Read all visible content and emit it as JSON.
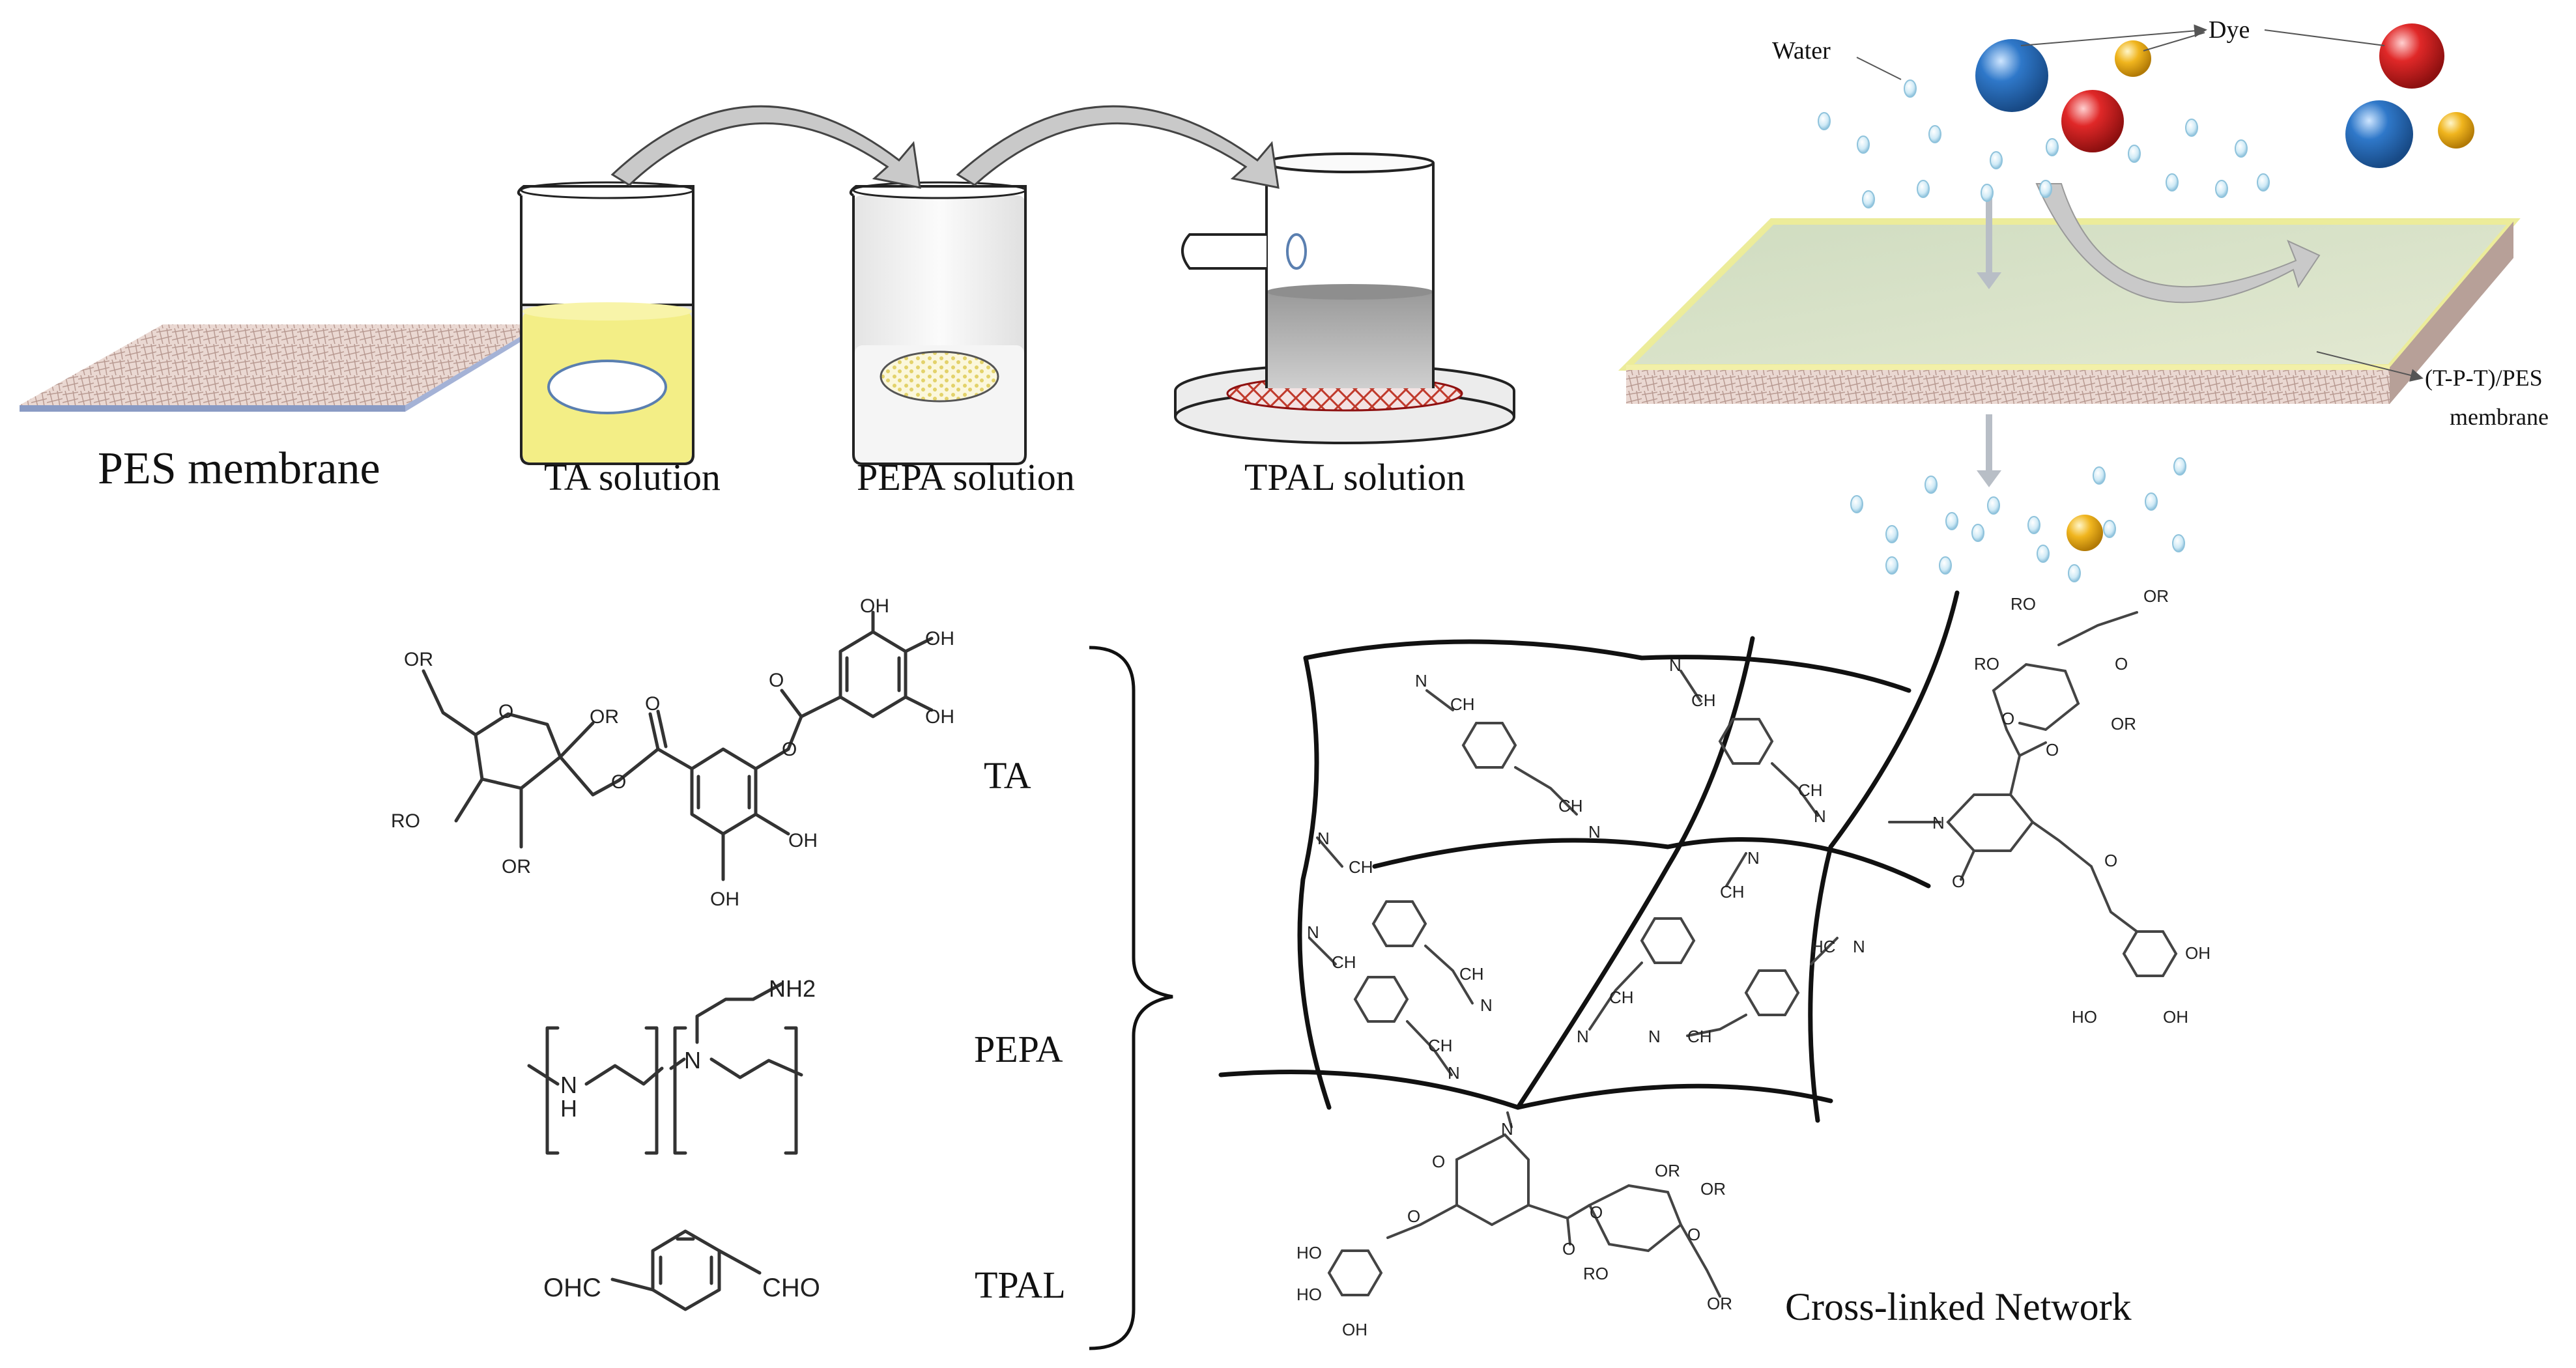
{
  "process": {
    "pes_membrane": "PES membrane",
    "ta_solution": "TA solution",
    "pepa_solution": "PEPA solution",
    "tpal_solution": "TPAL solution"
  },
  "filtration": {
    "water": "Water",
    "dye": "Dye",
    "membrane_line1": "(T-P-T)/PES",
    "membrane_line2": "membrane"
  },
  "structures": {
    "ta": "TA",
    "pepa": "PEPA",
    "tpal": "TPAL",
    "network": "Cross-linked Network",
    "atoms": {
      "or": "OR",
      "ro": "RO",
      "oh": "OH",
      "ho": "HO",
      "o": "O",
      "n": "N",
      "h": "H",
      "nh2": "NH2",
      "ohc": "OHC",
      "cho": "CHO",
      "ch": "CH",
      "hc": "HC"
    }
  },
  "colors": {
    "ta_liquid": "#f3ee86",
    "dye_blue": "#2f78c9",
    "dye_red": "#e02828",
    "dye_yellow": "#f0b51e",
    "membrane_top": "#d9e3c8",
    "membrane_side": "#c8b0a8",
    "arrow_fill": "#c9c9c9"
  }
}
